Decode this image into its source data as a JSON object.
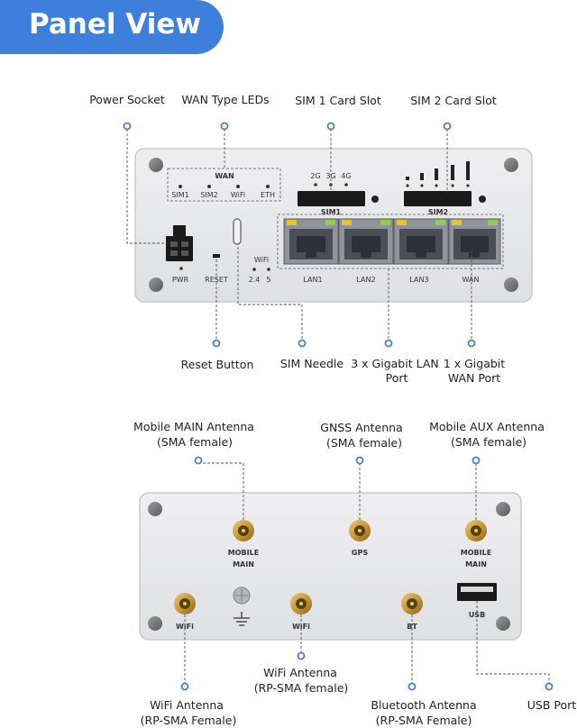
{
  "banner": {
    "title": "Panel View"
  },
  "front_panel": {
    "callouts": {
      "power_socket": "Power Socket",
      "wan_type_leds": "WAN Type LEDs",
      "sim1_slot": "SIM 1 Card Slot",
      "sim2_slot": "SIM 2 Card Slot",
      "reset_button": "Reset Button",
      "sim_needle": "SIM Needle",
      "lan_ports_line1": "3 x Gigabit LAN",
      "lan_ports_line2": "Port",
      "wan_port_line1": "1 x Gigabit",
      "wan_port_line2": "WAN Port"
    },
    "device_labels": {
      "wan": "WAN",
      "sim1_led": "SIM1",
      "sim2_led": "SIM2",
      "wifi_led": "WiFi",
      "eth_led": "ETH",
      "net_2g": "2G",
      "net_3g": "3G",
      "net_4g": "4G",
      "sim1_slot": "SIM1",
      "sim2_slot": "SIM2",
      "pwr": "PWR",
      "reset": "RESET",
      "wifi": "WiFi",
      "band_24": "2.4",
      "band_5": "5",
      "lan1": "LAN1",
      "lan2": "LAN2",
      "lan3": "LAN3",
      "wan_port": "WAN"
    }
  },
  "back_panel": {
    "callouts": {
      "mobile_main_line1": "Mobile MAIN Antenna",
      "mobile_main_line2": "(SMA female)",
      "gnss_line1": "GNSS Antenna",
      "gnss_line2": "(SMA female)",
      "mobile_aux_line1": "Mobile AUX Antenna",
      "mobile_aux_line2": "(SMA female)",
      "wifi_center_line1": "WiFi Antenna",
      "wifi_center_line2": "(RP-SMA female)",
      "wifi_left_line1": "WiFi Antenna",
      "wifi_left_line2": "(RP-SMA Female)",
      "bluetooth_line1": "Bluetooth Antenna",
      "bluetooth_line2": "(RP-SMA Female)",
      "usb_port": "USB Port"
    },
    "device_labels": {
      "mobile_main_1": "MOBILE",
      "mobile_main_2": "MAIN",
      "gps": "GPS",
      "mobile_aux_1": "MOBILE",
      "mobile_aux_2": "MAIN",
      "wifi_left": "WiFi",
      "wifi_center": "WiFi",
      "bt": "BT",
      "usb": "USB"
    }
  },
  "colors": {
    "accent": "#3f7fdc",
    "callout_dot": "#4a80c8",
    "panel": "#e9eaec",
    "led_green": "#8fd14f",
    "led_yellow": "#e8c530",
    "antenna_gold": "#c9a24a"
  }
}
